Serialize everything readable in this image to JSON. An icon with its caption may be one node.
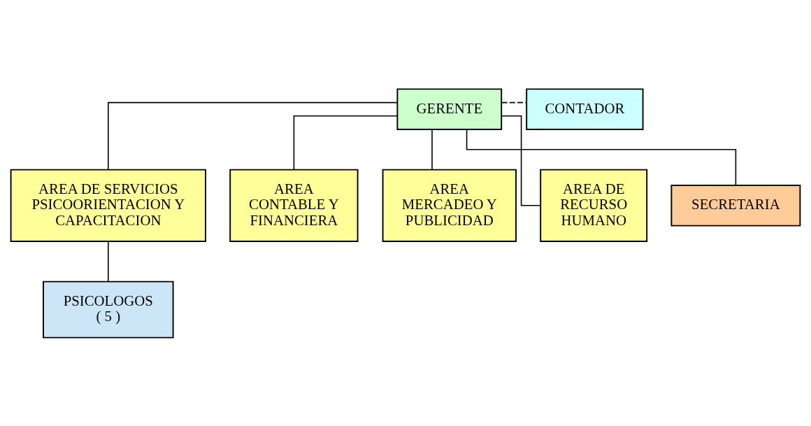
{
  "diagram": {
    "nodes": [
      {
        "text": [
          "GERENTE"
        ]
      },
      {
        "text": [
          "CONTADOR"
        ]
      },
      {
        "text": [
          "AREA DE SERVICIOS PSICOORIENTACION Y CAPACITACION"
        ]
      },
      {
        "text": [
          "AREA CONTABLE Y FINANCIERA"
        ]
      },
      {
        "text": [
          "AREA MERCADEO Y PUBLICIDAD"
        ]
      },
      {
        "text": [
          "AREA DE RECURSO HUMANO"
        ]
      },
      {
        "text": [
          "PSICOLOGOS",
          "( 5 )"
        ]
      },
      {
        "text": [
          "SECRETARIA"
        ]
      }
    ],
    "edges": [
      {
        "from": 0,
        "to": 1,
        "arrow": "none",
        "style": "dashed"
      },
      {
        "from": 0,
        "to": 2,
        "arrow": "none"
      },
      {
        "from": 0,
        "to": 7,
        "arrow": "none"
      },
      {
        "from": 0,
        "to": 3,
        "arrow": "none"
      },
      {
        "from": 0,
        "to": 4,
        "arrow": "none"
      },
      {
        "from": 0,
        "to": 5,
        "arrow": "none"
      },
      {
        "from": 2,
        "to": 6,
        "arrow": "none"
      }
    ]
  }
}
